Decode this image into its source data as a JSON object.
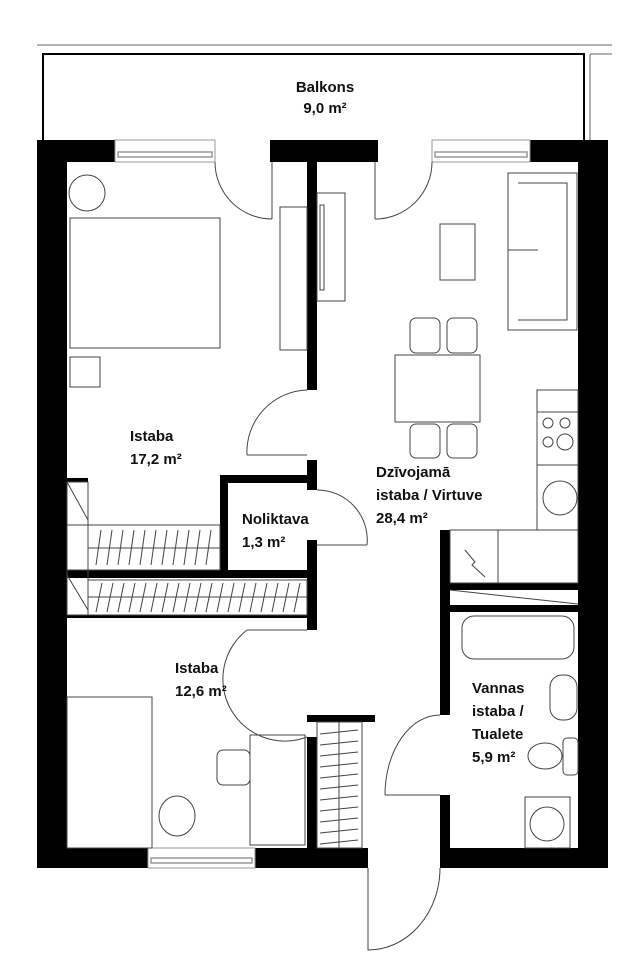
{
  "rooms": [
    {
      "name": "Balkons",
      "area": "9,0 m²"
    },
    {
      "name": "Istaba",
      "area": "17,2 m²"
    },
    {
      "name": "Noliktava",
      "area": "1,3 m²"
    },
    {
      "name_line1": "Dzīvojamā",
      "name_line2": "istaba / Virtuve",
      "area": "28,4 m²"
    },
    {
      "name": "Istaba",
      "area": "12,6 m²"
    },
    {
      "name_line1": "Vannas",
      "name_line2": "istaba /",
      "name_line3": "Tualete",
      "area": "5,9 m²"
    }
  ],
  "colors": {
    "wall": "#000000",
    "furniture": "#444444",
    "light_line": "#999999"
  }
}
